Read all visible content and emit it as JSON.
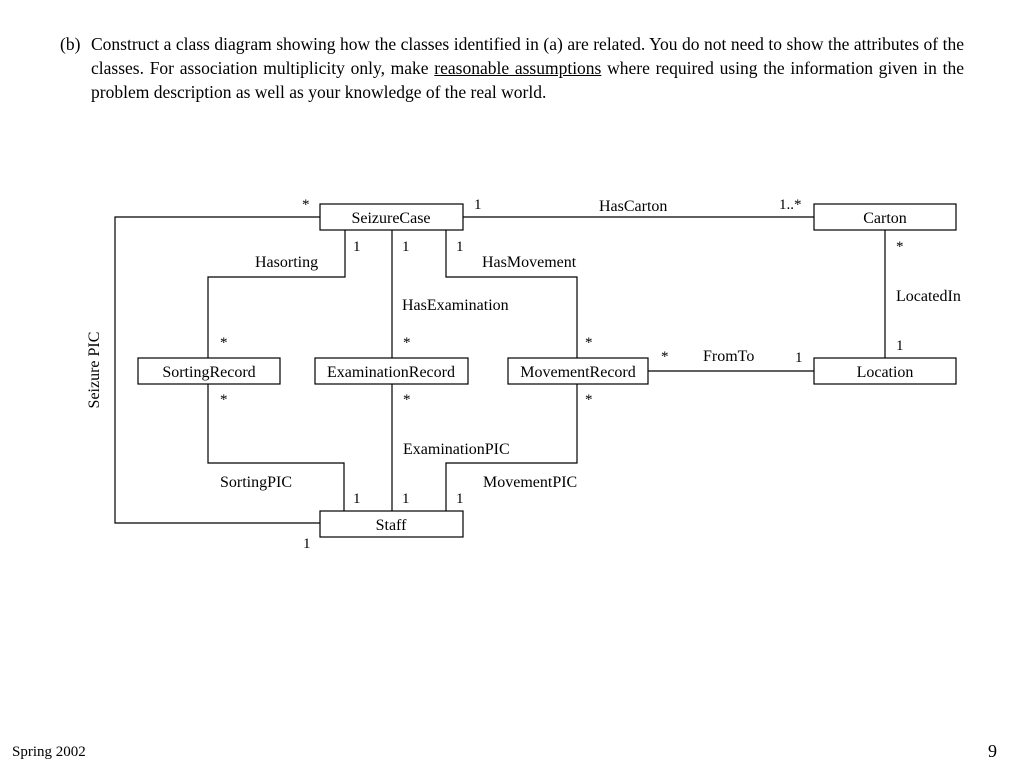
{
  "question": {
    "label": "(b)",
    "text_before": "Construct a class diagram showing how the classes identified in (a) are related. You do not need to show the attributes of the classes. For association multiplicity only, make ",
    "underlined": "reasonable assumptions",
    "text_after": " where required using the information given in the problem description as well as your knowledge of the real world."
  },
  "classes": {
    "seizure_case": "SeizureCase",
    "carton": "Carton",
    "sorting_record": "SortingRecord",
    "examination_record": "ExaminationRecord",
    "movement_record": "MovementRecord",
    "location": "Location",
    "staff": "Staff"
  },
  "associations": {
    "has_carton": "HasCarton",
    "has_sorting": "Hasorting",
    "has_movement": "HasMovement",
    "has_examination": "HasExamination",
    "located_in": "LocatedIn",
    "from_to": "FromTo",
    "examination_pic": "ExaminationPIC",
    "sorting_pic": "SortingPIC",
    "movement_pic": "MovementPIC",
    "seizure_pic": "Seizure PIC"
  },
  "multiplicities": {
    "seizure_pic_case_end": "*",
    "has_carton_case_end": "1",
    "has_carton_carton_end": "1..*",
    "has_sorting_case_end": "1",
    "has_examination_case_end": "1",
    "has_movement_case_end": "1",
    "located_in_carton_end": "*",
    "located_in_location_end": "1",
    "has_sorting_record_end": "*",
    "has_examination_record_end": "*",
    "has_movement_record_end": "*",
    "from_to_movement_end": "*",
    "from_to_location_end": "1",
    "sorting_pic_record_end": "*",
    "examination_pic_record_end": "*",
    "movement_pic_record_end": "*",
    "sorting_pic_staff_end": "1",
    "examination_pic_staff_end": "1",
    "movement_pic_staff_end": "1",
    "seizure_pic_staff_end": "1"
  },
  "footer": {
    "term": "Spring 2002",
    "page_number": "9"
  }
}
